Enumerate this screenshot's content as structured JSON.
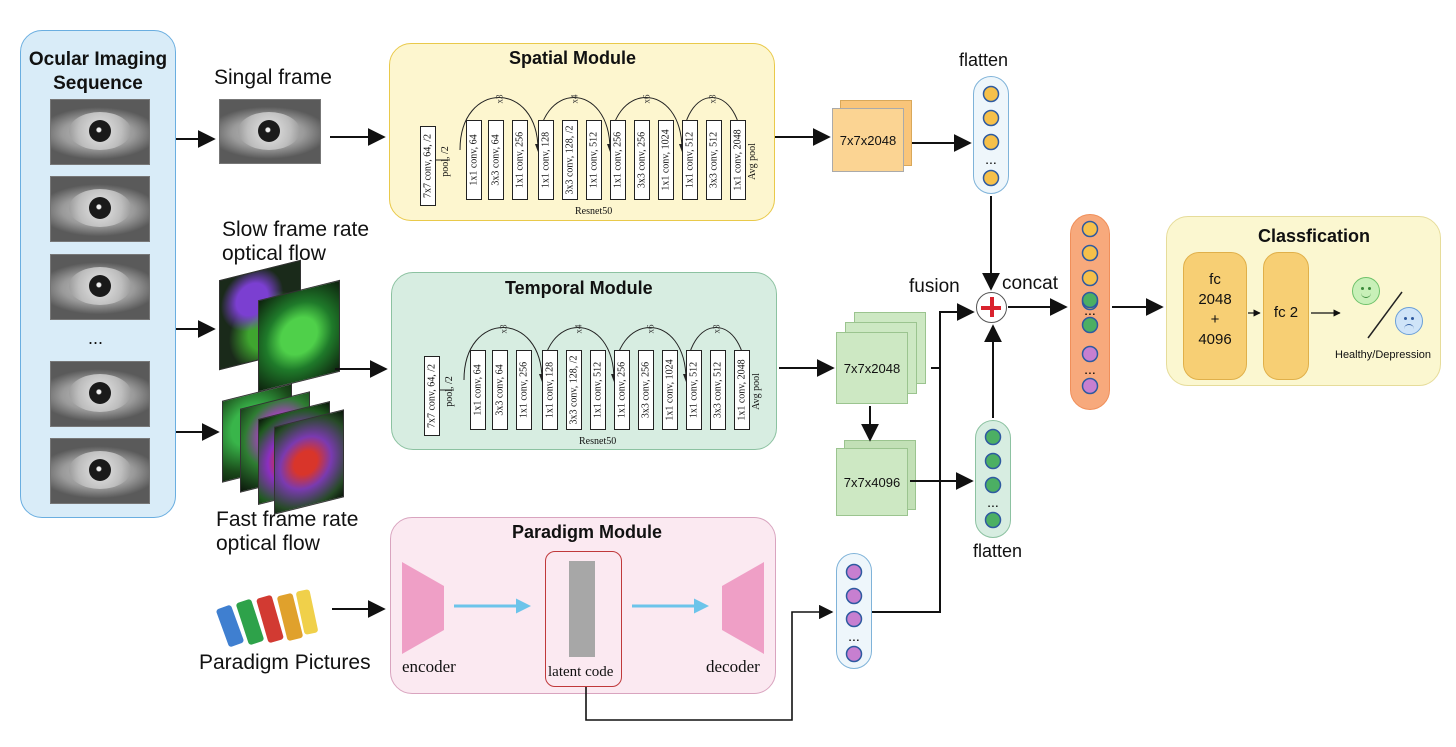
{
  "input_panel": {
    "title": "Ocular Imaging\nSequence",
    "ellipsis": "..."
  },
  "frames": {
    "single": "Singal frame",
    "slow": "Slow frame rate\noptical flow",
    "fast": "Fast frame rate\noptical flow",
    "paradigm": "Paradigm Pictures"
  },
  "spatial": {
    "title": "Spatial Module",
    "backbone": "Resnet50",
    "layers": [
      "7x7 conv, 64, /2",
      "pool, /2",
      "1x1 conv, 64",
      "3x3 conv, 64",
      "1x1 conv, 256",
      "1x1 conv, 128",
      "3x3 conv, 128, /2",
      "1x1 conv, 512",
      "1x1 conv, 256",
      "3x3 conv, 256",
      "1x1 conv, 1024",
      "1x1 conv, 512",
      "3x3 conv, 512",
      "1x1 conv, 2048",
      "Avg pool"
    ],
    "repeats": [
      "x3",
      "x4",
      "x6",
      "x3"
    ]
  },
  "temporal": {
    "title": "Temporal Module",
    "backbone": "Resnet50",
    "layers": [
      "7x7 conv, 64, /2",
      "pool, /2",
      "1x1 conv, 64",
      "3x3 conv, 64",
      "1x1 conv, 256",
      "1x1 conv, 128",
      "3x3 conv, 128, /2",
      "1x1 conv, 512",
      "1x1 conv, 256",
      "3x3 conv, 256",
      "1x1 conv, 1024",
      "1x1 conv, 512",
      "3x3 conv, 512",
      "1x1 conv, 2048",
      "Avg pool"
    ],
    "repeats": [
      "x3",
      "x4",
      "x6",
      "x3"
    ]
  },
  "paradigm": {
    "title": "Paradigm Module",
    "encoder": "encoder",
    "latent": "latent code",
    "decoder": "decoder"
  },
  "features": {
    "spatial_cube": "7x7x2048",
    "temporal_cube": "7x7x2048",
    "temporal_cube2": "7x7x4096",
    "flatten_top": "flatten",
    "flatten_bottom": "flatten",
    "fusion": "fusion",
    "concat": "concat",
    "ellipsis": "..."
  },
  "classification": {
    "title": "Classfication",
    "fc1": "fc\n2048\n+\n4096",
    "fc2": "fc 2",
    "output": "Healthy/Depression"
  },
  "colors": {
    "spatial_bg": "#fdf6cf",
    "spatial_border": "#e9c94a",
    "temporal_bg": "#d7ede1",
    "temporal_border": "#8cc2a1",
    "paradigm_bg": "#fbe9f1",
    "paradigm_border": "#d9a4bf",
    "input_bg": "#d9ecf8",
    "input_border": "#6aaee0",
    "class_bg": "#fbf7d0",
    "class_border": "#e6dc9a",
    "fc_fill": "#f7cf74",
    "node_orange": "#f6c04a",
    "node_green": "#4caf63",
    "node_purple": "#c77fd0",
    "concat_bg": "#f7a97c",
    "fusion_plus": "#d9232e",
    "encoder_fill": "#ef9fc6",
    "latent_fill": "#a7a7a7",
    "arrow_blue": "#6cc4ea",
    "cube_orange": "#fbd493",
    "cube_green": "#cde8c3"
  },
  "icons": [
    "healthy-smiley-icon",
    "depression-sad-icon",
    "fusion-plus-icon"
  ]
}
